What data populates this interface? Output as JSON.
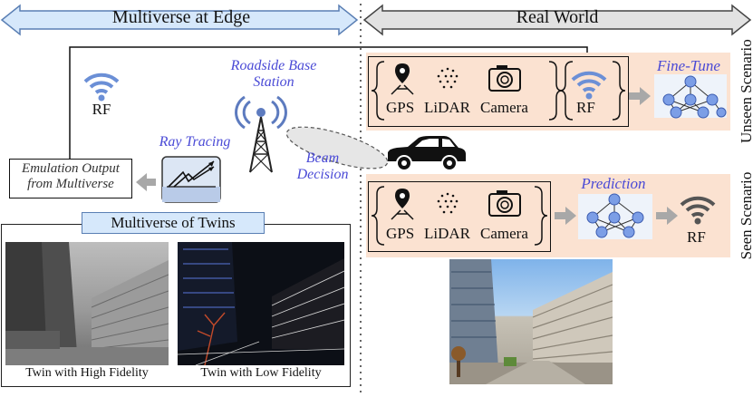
{
  "banners": {
    "left": "Multiverse at Edge",
    "right": "Real World"
  },
  "edge": {
    "rf_label": "RF",
    "roadside_label": "Roadside Base Station",
    "ray_tracing_label": "Ray Tracing",
    "beam_decision_label": "Beam Decision",
    "emulation_output_label": "Emulation Output from Multiverse",
    "twins_title": "Multiverse of Twins",
    "twin_high_caption": "Twin with High Fidelity",
    "twin_low_caption": "Twin with Low Fidelity"
  },
  "unseen": {
    "side_label": "Unseen Scenario",
    "gps": "GPS",
    "lidar": "LiDAR",
    "camera": "Camera",
    "rf": "RF",
    "fine_tune": "Fine-Tune"
  },
  "seen": {
    "side_label": "Seen Scenario",
    "gps": "GPS",
    "lidar": "LiDAR",
    "camera": "Camera",
    "prediction": "Prediction",
    "rf": "RF"
  },
  "colors": {
    "banner_left": "#d6e8fb",
    "banner_right": "#dcdcdc",
    "panel": "#fbe2d1",
    "accent_blue": "#4a4ad6",
    "rf_blue": "#6b8fd6",
    "node_blue": "#7c9ee6"
  }
}
